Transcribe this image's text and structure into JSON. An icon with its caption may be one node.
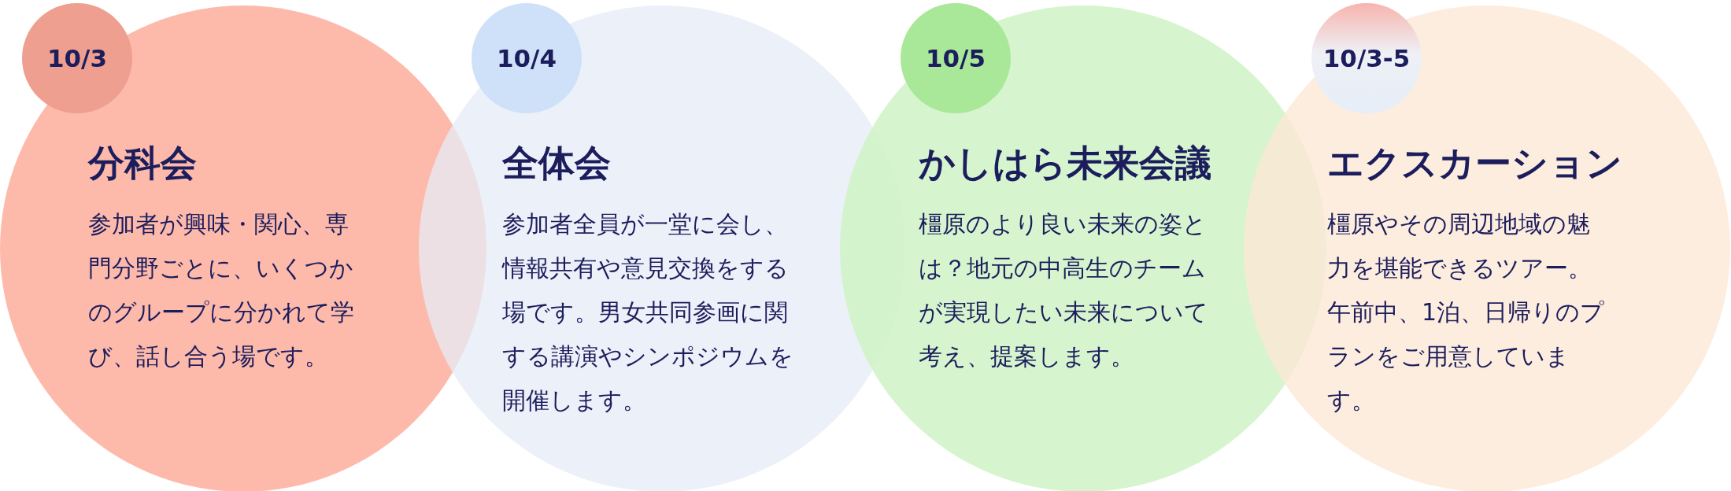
{
  "diagram": {
    "nodes": [
      {
        "text": [
          "10/3"
        ]
      },
      {
        "text": [
          "分科会",
          "参加者が興味・関心、専門分野ごとに、いくつかのグループに分かれて学び、話し合う場です。"
        ]
      },
      {
        "text": [
          "10/4"
        ],
        "in": 3
      },
      {
        "text": [
          "全体会",
          "参加者全員が一堂に会し、情報共有や意見交換をする場です。男女共同参画に関する講演やシンポジウムを開催します。"
        ]
      },
      {
        "text": [
          "10/5"
        ],
        "in": 5
      },
      {
        "text": [
          "かしはら未来会議",
          "橿原のより良い未来の姿とは？地元の中高生のチームが実現したい未来について考え、提案します。"
        ]
      },
      {
        "text": [
          "10/3-5"
        ],
        "in": 7
      },
      {
        "text": [
          "エクスカーション",
          "橿原やその周辺地域の魅力を堪能できるツアー。午前中、1泊、日帰りのプランをご用意しています。"
        ]
      }
    ]
  }
}
